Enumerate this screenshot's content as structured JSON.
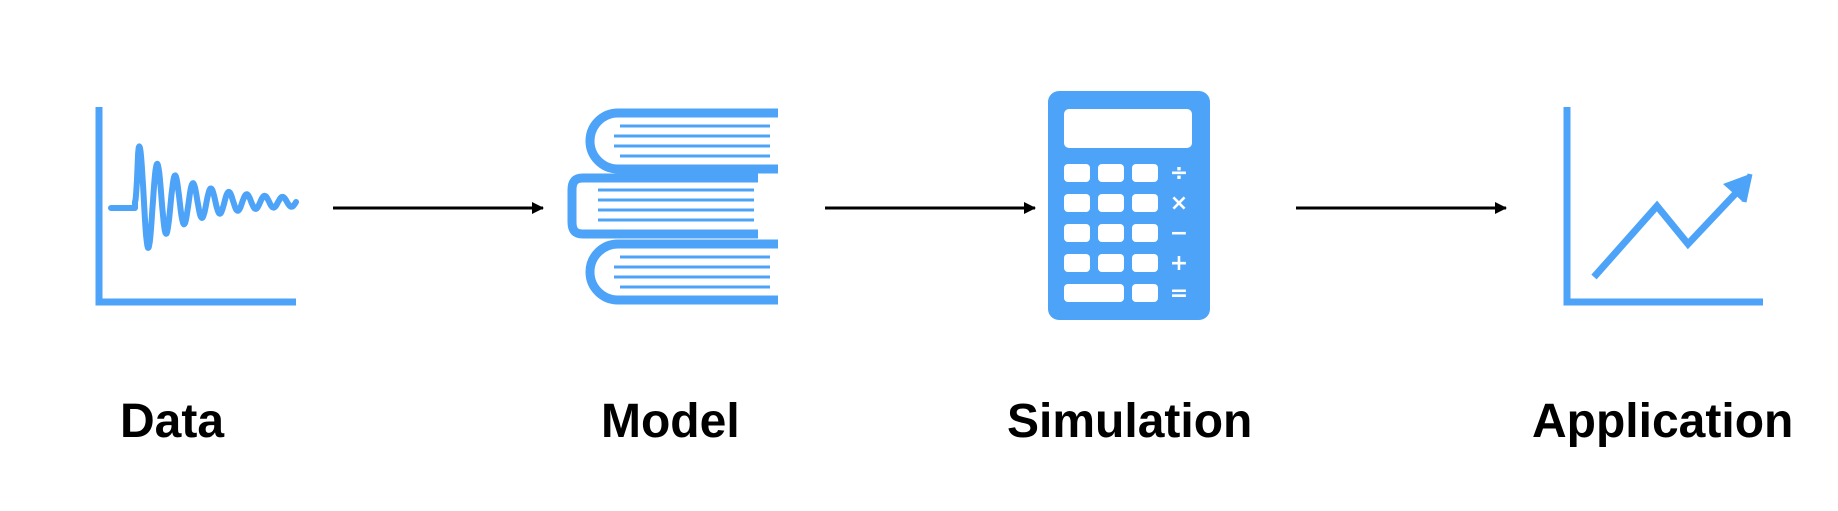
{
  "colors": {
    "icon": "#4DA3F7",
    "arrow": "#000000",
    "label": "#000000",
    "background": "#ffffff"
  },
  "steps": [
    {
      "label": "Data",
      "icon": "waveform-chart-icon"
    },
    {
      "label": "Model",
      "icon": "books-icon"
    },
    {
      "label": "Simulation",
      "icon": "calculator-icon"
    },
    {
      "label": "Application",
      "icon": "trend-chart-icon"
    }
  ],
  "calculator": {
    "operators": [
      "÷",
      "×",
      "−",
      "+",
      "="
    ]
  }
}
